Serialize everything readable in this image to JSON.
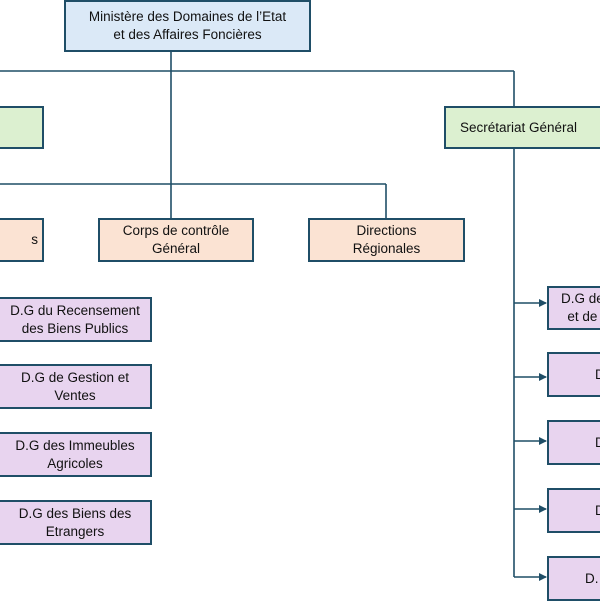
{
  "ministry": {
    "label": "Ministère des Domaines de l’Etat\net des Affaires Foncières"
  },
  "level2": {
    "left_box": {
      "label": ""
    },
    "secretariat": {
      "label": "Secrétariat Général"
    }
  },
  "level3": {
    "left_partial": {
      "label": "s"
    },
    "corps_controle": {
      "label": "Corps de contrôle\nGénéral"
    },
    "directions_regionales": {
      "label": "Directions\nRégionales"
    }
  },
  "left_dgs": [
    {
      "label": "D.G du Recensement\ndes Biens Publics"
    },
    {
      "label": "D.G de Gestion et\nVentes"
    },
    {
      "label": "D.G des Immeubles\nAgricoles"
    },
    {
      "label": "D.G des Biens des\nEtrangers"
    }
  ],
  "right_dgs": [
    {
      "label": "D.G de\net de"
    },
    {
      "label": "D"
    },
    {
      "label": "D"
    },
    {
      "label": "D"
    },
    {
      "label": "D."
    }
  ],
  "colors": {
    "line": "#1f4e67",
    "ministry_fill": "#dbe9f7",
    "green_fill": "#dcf0d0",
    "orange_fill": "#fbe3d3",
    "purple_fill": "#e8d4ef"
  }
}
